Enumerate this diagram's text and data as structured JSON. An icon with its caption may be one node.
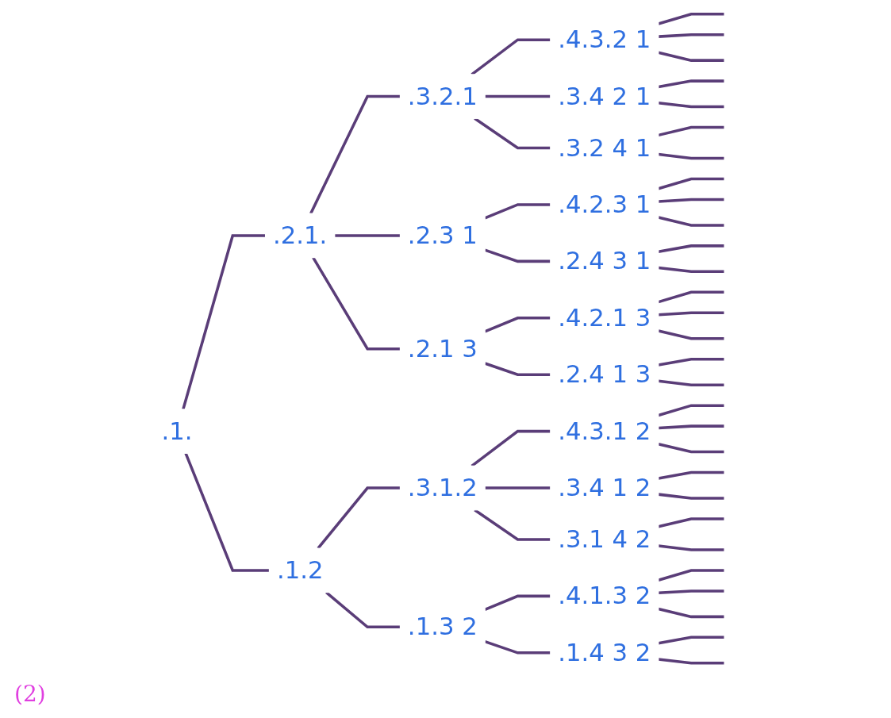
{
  "diagram": {
    "nodes": [
      {
        "text": [
          ".1."
        ]
      },
      {
        "text": [
          ".2.1."
        ]
      },
      {
        "text": [
          ".1.2"
        ]
      },
      {
        "text": [
          ".3.2.1"
        ]
      },
      {
        "text": [
          ".2.3 1"
        ]
      },
      {
        "text": [
          ".2.1 3"
        ]
      },
      {
        "text": [
          ".3.1.2"
        ]
      },
      {
        "text": [
          ".1.3 2"
        ]
      },
      {
        "text": [
          ".4.3.2 1"
        ]
      },
      {
        "text": [
          ".3.4 2 1"
        ]
      },
      {
        "text": [
          ".3.2 4 1"
        ]
      },
      {
        "text": [
          ".4.2.3 1"
        ]
      },
      {
        "text": [
          ".2.4 3 1"
        ]
      },
      {
        "text": [
          ".4.2.1 3"
        ]
      },
      {
        "text": [
          ".2.4 1 3"
        ]
      },
      {
        "text": [
          ".4.3.1 2"
        ]
      },
      {
        "text": [
          ".3.4 1 2"
        ]
      },
      {
        "text": [
          ".3.1 4 2"
        ]
      },
      {
        "text": [
          ".4.1.3 2"
        ]
      },
      {
        "text": [
          ".1.4 3 2"
        ]
      }
    ],
    "edges": [
      {
        "from": 0,
        "to": 1,
        "arrow": "none"
      },
      {
        "from": 0,
        "to": 2,
        "arrow": "none"
      },
      {
        "from": 1,
        "to": 3,
        "arrow": "none"
      },
      {
        "from": 1,
        "to": 4,
        "arrow": "none"
      },
      {
        "from": 1,
        "to": 5,
        "arrow": "none"
      },
      {
        "from": 2,
        "to": 6,
        "arrow": "none"
      },
      {
        "from": 2,
        "to": 7,
        "arrow": "none"
      },
      {
        "from": 3,
        "to": 8,
        "arrow": "none"
      },
      {
        "from": 3,
        "to": 9,
        "arrow": "none"
      },
      {
        "from": 3,
        "to": 10,
        "arrow": "none"
      },
      {
        "from": 4,
        "to": 11,
        "arrow": "none"
      },
      {
        "from": 4,
        "to": 12,
        "arrow": "none"
      },
      {
        "from": 5,
        "to": 13,
        "arrow": "none"
      },
      {
        "from": 5,
        "to": 14,
        "arrow": "none"
      },
      {
        "from": 6,
        "to": 15,
        "arrow": "none"
      },
      {
        "from": 6,
        "to": 16,
        "arrow": "none"
      },
      {
        "from": 6,
        "to": 17,
        "arrow": "none"
      },
      {
        "from": 7,
        "to": 18,
        "arrow": "none"
      },
      {
        "from": 7,
        "to": 19,
        "arrow": "none"
      },
      {
        "from": 8,
        "to": null,
        "arrow": "none"
      },
      {
        "from": 8,
        "to": null,
        "arrow": "none"
      },
      {
        "from": 8,
        "to": null,
        "arrow": "none"
      },
      {
        "from": 9,
        "to": null,
        "arrow": "none"
      },
      {
        "from": 9,
        "to": null,
        "arrow": "none"
      },
      {
        "from": 10,
        "to": null,
        "arrow": "none"
      },
      {
        "from": 10,
        "to": null,
        "arrow": "none"
      },
      {
        "from": 11,
        "to": null,
        "arrow": "none"
      },
      {
        "from": 11,
        "to": null,
        "arrow": "none"
      },
      {
        "from": 11,
        "to": null,
        "arrow": "none"
      },
      {
        "from": 12,
        "to": null,
        "arrow": "none"
      },
      {
        "from": 12,
        "to": null,
        "arrow": "none"
      },
      {
        "from": 13,
        "to": null,
        "arrow": "none"
      },
      {
        "from": 13,
        "to": null,
        "arrow": "none"
      },
      {
        "from": 13,
        "to": null,
        "arrow": "none"
      },
      {
        "from": 14,
        "to": null,
        "arrow": "none"
      },
      {
        "from": 14,
        "to": null,
        "arrow": "none"
      },
      {
        "from": 15,
        "to": null,
        "arrow": "none"
      },
      {
        "from": 15,
        "to": null,
        "arrow": "none"
      },
      {
        "from": 15,
        "to": null,
        "arrow": "none"
      },
      {
        "from": 16,
        "to": null,
        "arrow": "none"
      },
      {
        "from": 16,
        "to": null,
        "arrow": "none"
      },
      {
        "from": 17,
        "to": null,
        "arrow": "none"
      },
      {
        "from": 17,
        "to": null,
        "arrow": "none"
      },
      {
        "from": 18,
        "to": null,
        "arrow": "none"
      },
      {
        "from": 18,
        "to": null,
        "arrow": "none"
      },
      {
        "from": 18,
        "to": null,
        "arrow": "none"
      },
      {
        "from": 19,
        "to": null,
        "arrow": "none"
      },
      {
        "from": 19,
        "to": null,
        "arrow": "none"
      }
    ],
    "labels": [
      "(2)"
    ]
  }
}
